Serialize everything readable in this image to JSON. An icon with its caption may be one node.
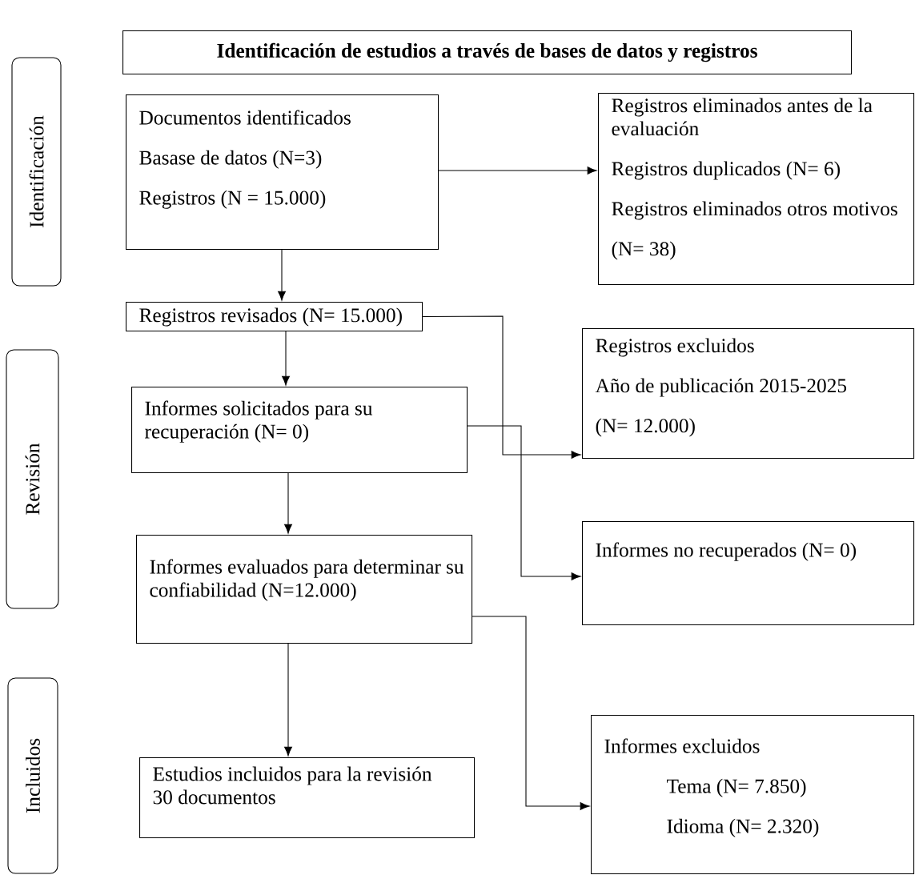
{
  "diagram": {
    "nodes": [
      {
        "text": [
          "Identificación de estudios a través de bases de datos y registros"
        ]
      },
      {
        "text": [
          "Identificación"
        ]
      },
      {
        "text": [
          "Revisión"
        ]
      },
      {
        "text": [
          "Incluidos"
        ]
      },
      {
        "text": [
          "Documentos identificados",
          "Basase de datos (N=3)",
          "Registros (N = 15.000)"
        ]
      },
      {
        "text": [
          "Registros eliminados antes de la evaluación",
          "Registros duplicados (N= 6)",
          "Registros eliminados otros motivos",
          "(N= 38)"
        ]
      },
      {
        "text": [
          "Registros revisados (N= 15.000)"
        ]
      },
      {
        "text": [
          "Registros excluidos",
          "Año de publicación 2015-2025",
          "(N= 12.000)"
        ]
      },
      {
        "text": [
          "Informes solicitados para su recuperación (N= 0)"
        ]
      },
      {
        "text": [
          "Informes no recuperados (N= 0)"
        ]
      },
      {
        "text": [
          "Informes evaluados para determinar su confiabilidad (N=12.000)"
        ]
      },
      {
        "text": [
          "Estudios incluidos para la revisión",
          "30 documentos"
        ]
      },
      {
        "text": [
          "Informes excluidos",
          "Tema (N= 7.850)",
          "Idioma (N= 2.320)"
        ]
      }
    ],
    "edges": [
      {
        "from": 4,
        "to": 5,
        "arrow": "to"
      },
      {
        "from": 4,
        "to": 6,
        "arrow": "to"
      },
      {
        "from": 6,
        "to": 7,
        "arrow": "to"
      },
      {
        "from": 6,
        "to": 8,
        "arrow": "to"
      },
      {
        "from": 8,
        "to": 9,
        "arrow": "to"
      },
      {
        "from": 8,
        "to": 10,
        "arrow": "to"
      },
      {
        "from": 10,
        "to": 11,
        "arrow": "to"
      },
      {
        "from": 10,
        "to": 12,
        "arrow": "to"
      }
    ]
  }
}
